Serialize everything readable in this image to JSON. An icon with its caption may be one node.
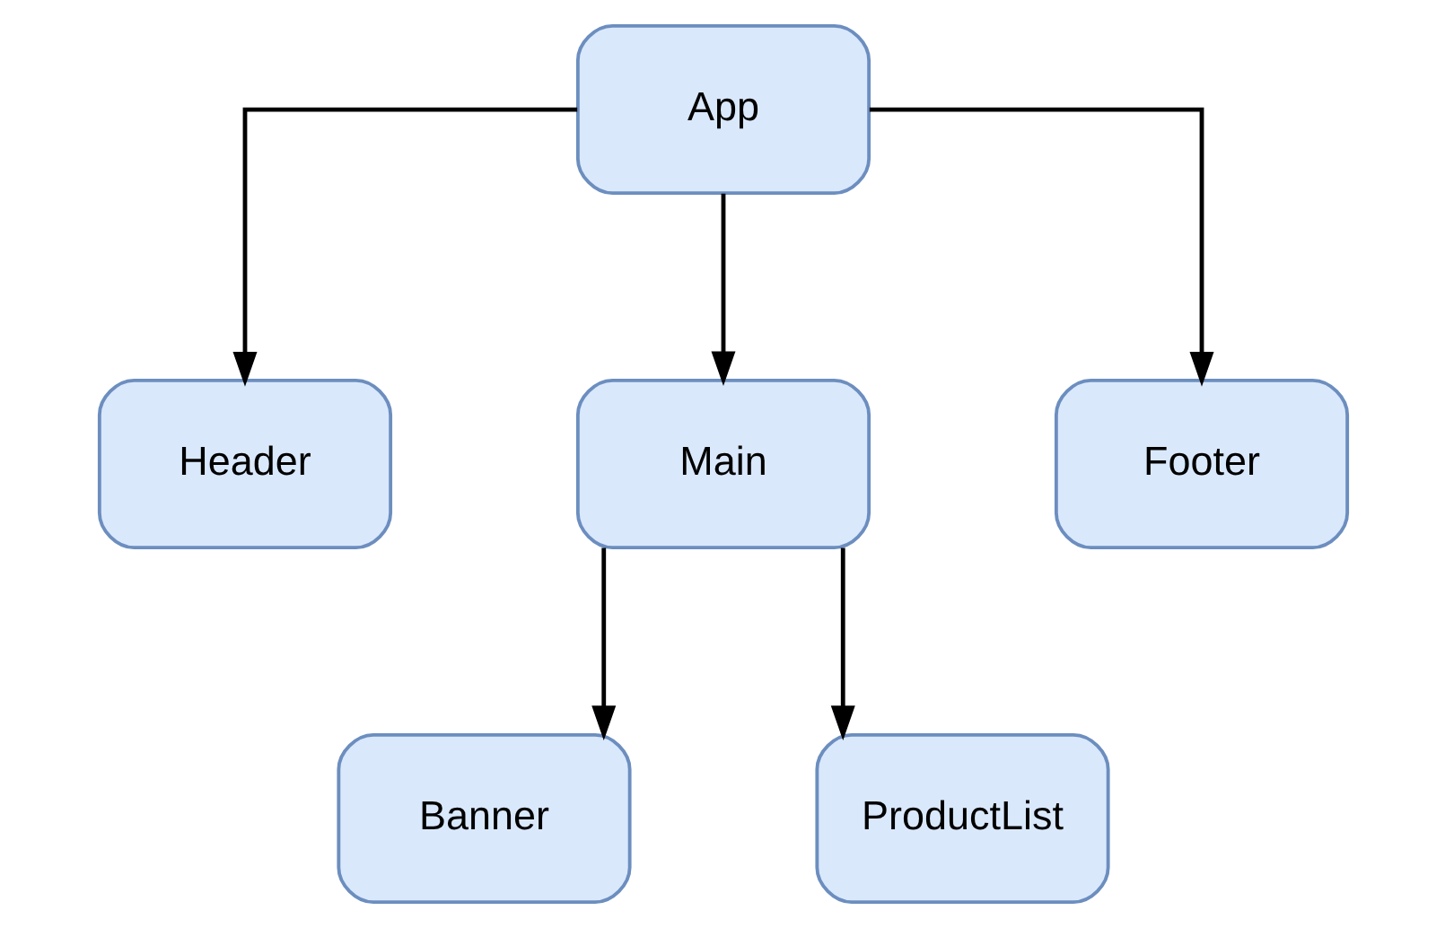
{
  "diagram": {
    "nodes": [
      {
        "text": [
          "App"
        ]
      },
      {
        "text": [
          "Header"
        ]
      },
      {
        "text": [
          "Main"
        ]
      },
      {
        "text": [
          "Footer"
        ]
      },
      {
        "text": [
          "Banner"
        ]
      },
      {
        "text": [
          "ProductList"
        ]
      }
    ],
    "edges": [
      {
        "from": 0,
        "to": 1,
        "arrow": "to"
      },
      {
        "from": 0,
        "to": 2,
        "arrow": "to"
      },
      {
        "from": 0,
        "to": 3,
        "arrow": "to"
      },
      {
        "from": 2,
        "to": 4,
        "arrow": "to"
      },
      {
        "from": 2,
        "to": 5,
        "arrow": "to"
      }
    ]
  }
}
